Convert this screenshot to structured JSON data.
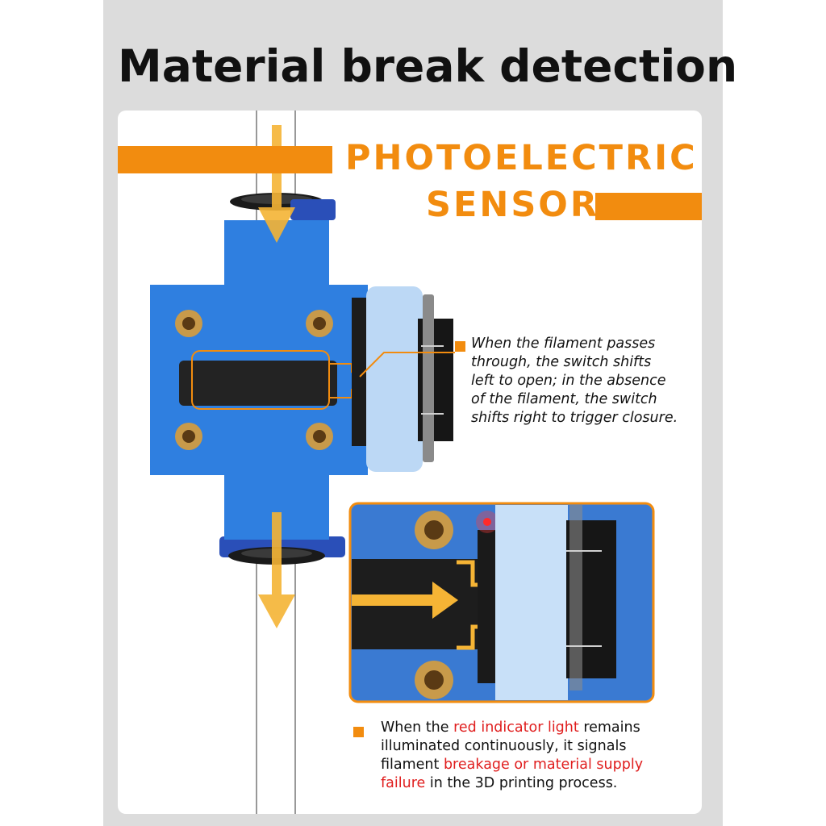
{
  "page": {
    "title": "Material break detection"
  },
  "card": {
    "heading_line1": "PHOTOELECTRIC",
    "heading_line2": "SENSOR",
    "switch_description": [
      "When the filament passes",
      "through, the switch shifts",
      "left to open; in the absence",
      "of the filament, the switch",
      "shifts right to trigger closure."
    ],
    "indicator_description": {
      "line1_a": "When the ",
      "line1_red": "red indicator light",
      "line1_b": " remains",
      "line2": "illuminated continuously, it signals",
      "line3_a": "filament ",
      "line3_red": "breakage or material supply",
      "line4_red": "failure",
      "line4_b": " in the 3D printing process."
    }
  },
  "colors": {
    "accent": "#f28c0f",
    "sensor_body": "#2f7fe0",
    "cover": "#bcd8f5",
    "highlight_red": "#e01e1e",
    "arrow": "#f5b435"
  },
  "icons": [
    "bullet-square-icon",
    "down-arrow-icon",
    "right-arrow-icon"
  ]
}
